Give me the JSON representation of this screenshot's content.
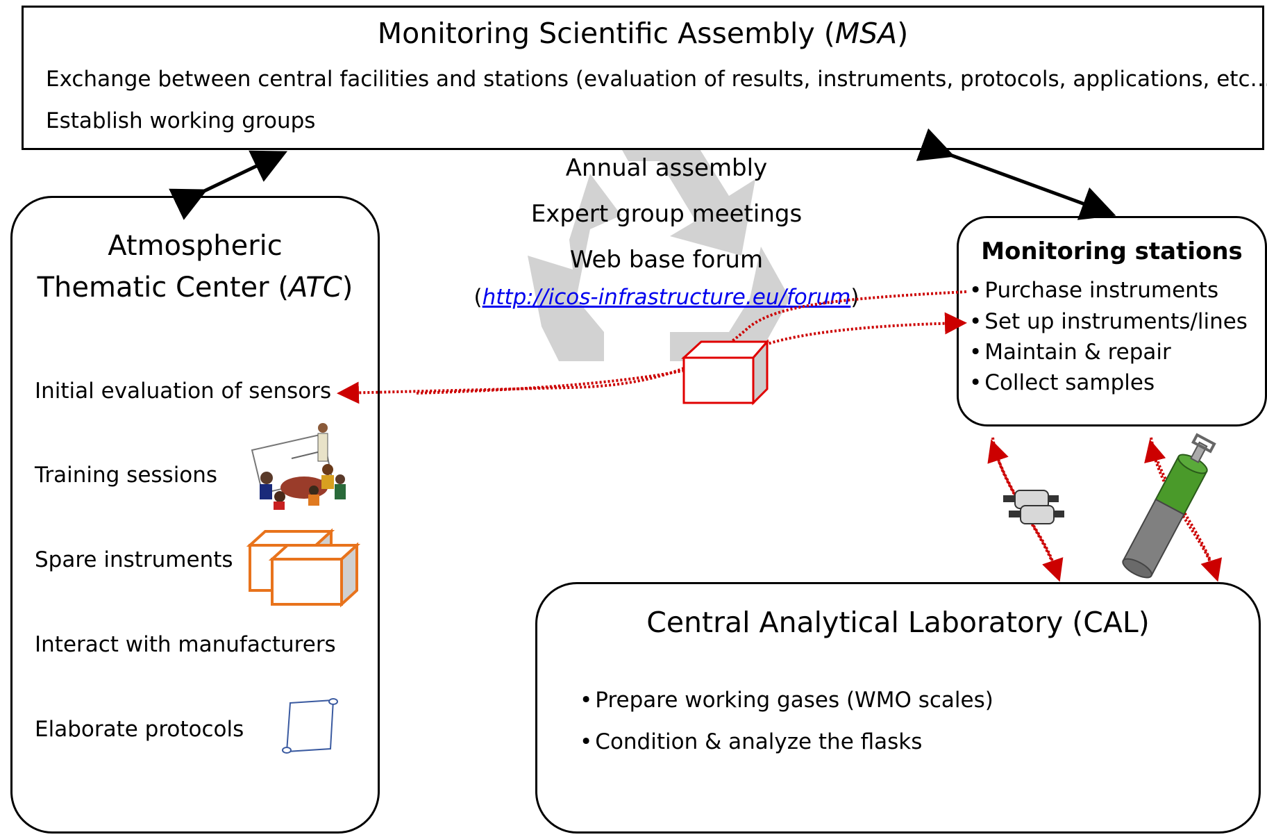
{
  "msa": {
    "title_prefix": "Monitoring Scientific Assembly (",
    "title_abbrev": "MSA",
    "title_suffix": ")",
    "line1": "Exchange between central facilities and stations (evaluation of results,  instruments, protocols, applications, etc…)",
    "line2": "Establish working groups"
  },
  "center": {
    "line1": "Annual assembly",
    "line2": "Expert group meetings",
    "line3": "Web base forum",
    "forum_open": "(",
    "forum_url": "http://icos-infrastructure.eu/forum",
    "forum_close": ")"
  },
  "atc": {
    "title_line1": "Atmospheric",
    "title_line2_prefix": "Thematic Center (",
    "title_abbrev": "ATC",
    "title_line2_suffix": ")",
    "items": [
      "Initial evaluation of sensors",
      "Training sessions",
      "Spare instruments",
      "Interact with manufacturers",
      "Elaborate protocols"
    ]
  },
  "stations": {
    "title": "Monitoring stations",
    "items": [
      "Purchase instruments",
      "Set up instruments/lines",
      "Maintain & repair",
      "Collect samples"
    ]
  },
  "cal": {
    "title": "Central Analytical Laboratory (CAL)",
    "items": [
      "Prepare working gases (WMO scales)",
      "Condition & analyze the flasks"
    ]
  },
  "colors": {
    "link_arrow": "#cc0000",
    "instrument_orange": "#e8731c",
    "cylinder_green": "#4a9a2a",
    "recycle_gray": "#c8c8c8",
    "scroll_blue": "#3a5aa0"
  }
}
